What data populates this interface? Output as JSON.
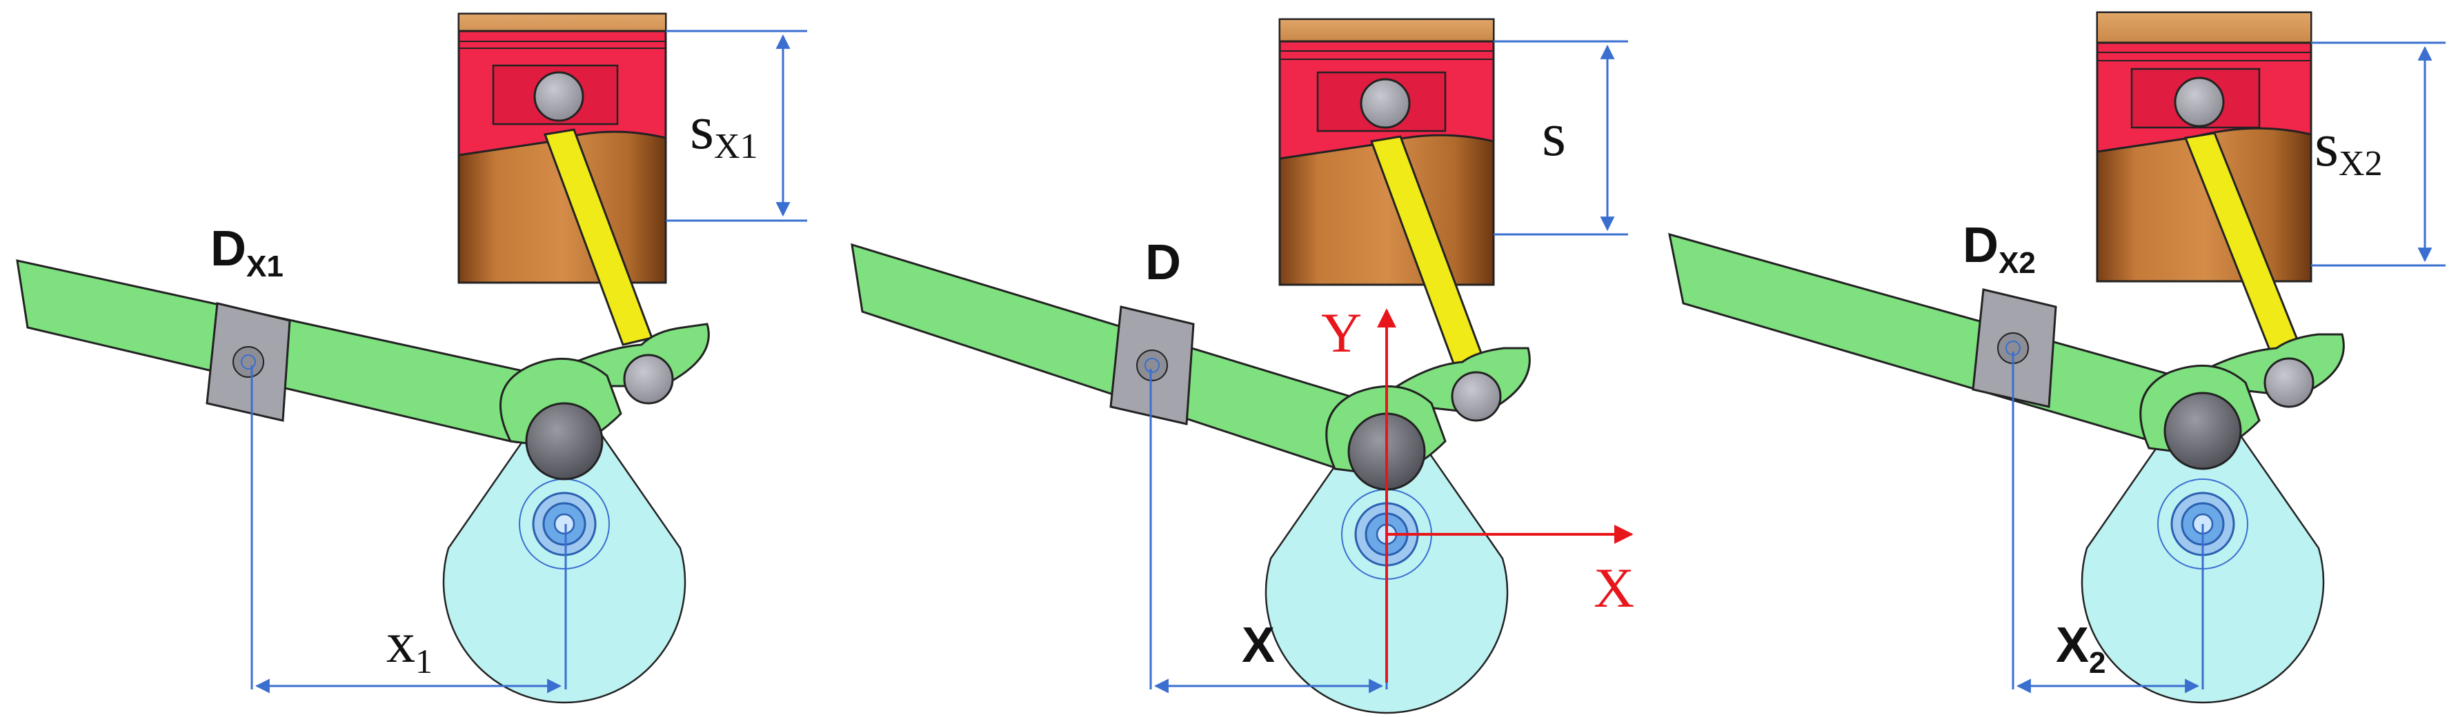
{
  "figure": {
    "left": {
      "pivot_label": "D",
      "pivot_sub": "X1",
      "stroke_label": "s",
      "stroke_sub": "X1",
      "distance_label": "x",
      "distance_sub": "1"
    },
    "middle": {
      "pivot_label": "D",
      "stroke_label": "s",
      "distance_label": "X",
      "y_axis_label": "Y",
      "x_axis_label": "X"
    },
    "right": {
      "pivot_label": "D",
      "pivot_sub": "X2",
      "stroke_label": "s",
      "stroke_sub": "X2",
      "distance_label": "X",
      "distance_sub": "2"
    }
  },
  "colors": {
    "lever": "#7ee07e",
    "cam": "#bdf2f2",
    "piston": "#f0264a",
    "cylinder": "#b86a2e",
    "rod": "#f0ea18",
    "block": "#a4a4ac",
    "dimension": "#3a6fd0",
    "axis": "#e8151b"
  }
}
